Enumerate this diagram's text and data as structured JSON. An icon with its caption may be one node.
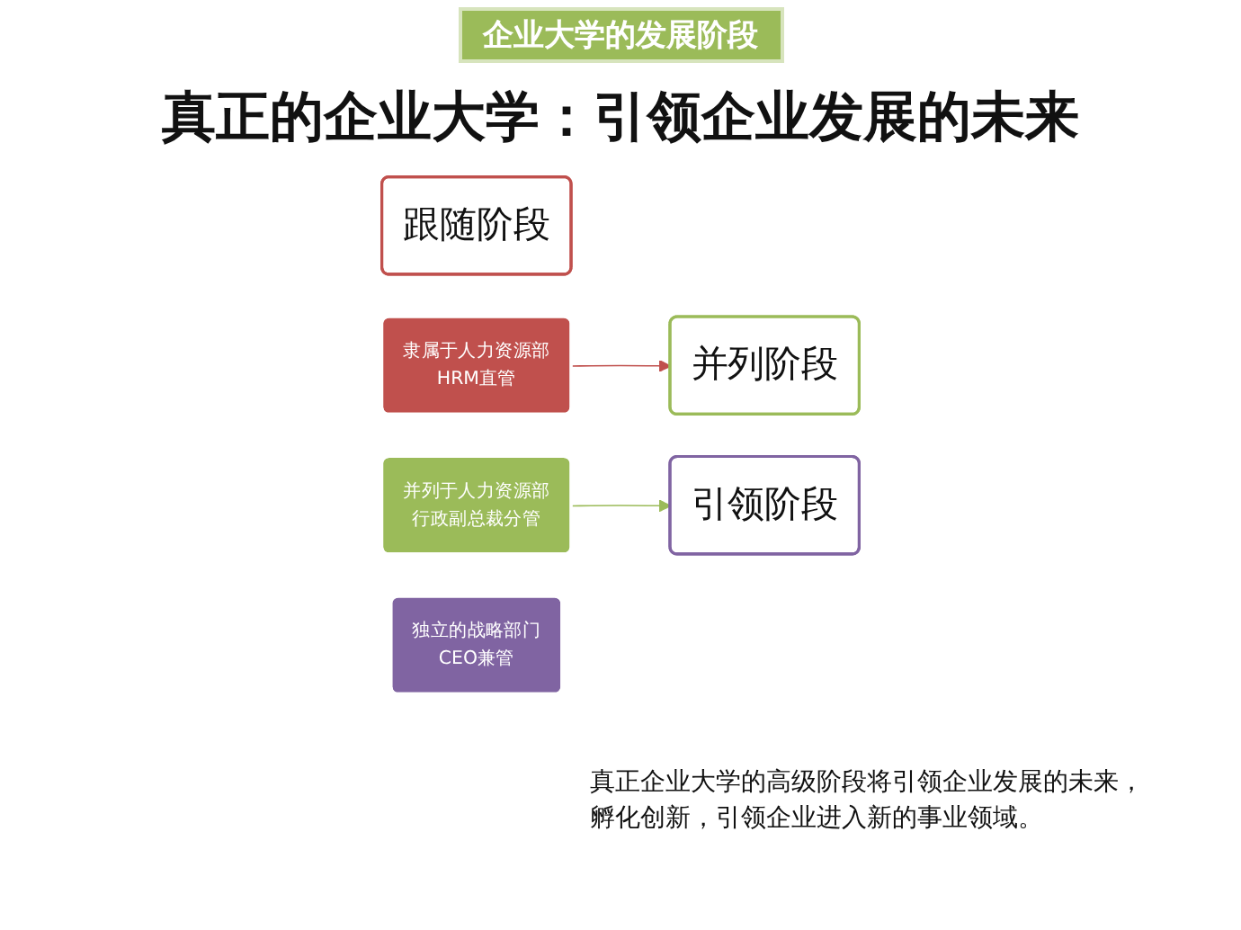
{
  "diagram": {
    "title": "真正的企业大学：引领企业发展的未来",
    "nodes": [
      {
        "text": [
          "跟随阶段"
        ]
      },
      {
        "text": [
          "隶属于人力资源部",
          "HRM直管"
        ]
      },
      {
        "text": [
          "并列于人力资源部",
          "行政副总裁分管"
        ]
      },
      {
        "text": [
          "并列阶段"
        ]
      },
      {
        "text": [
          "引领阶段"
        ]
      },
      {
        "text": [
          "独立的战略部门",
          "CEO兼管"
        ]
      }
    ],
    "edges": [
      {
        "from": 1,
        "to": 3,
        "arrow": "to",
        "color": "#c0504d"
      },
      {
        "from": 2,
        "to": 4,
        "arrow": "to",
        "color": "#9bbb59"
      }
    ],
    "labels": [
      "企业大学的发展阶段",
      "真正企业大学的高级阶段将引领企业发展的未来，孵化创新，引领企业进入新的事业领域。"
    ]
  }
}
